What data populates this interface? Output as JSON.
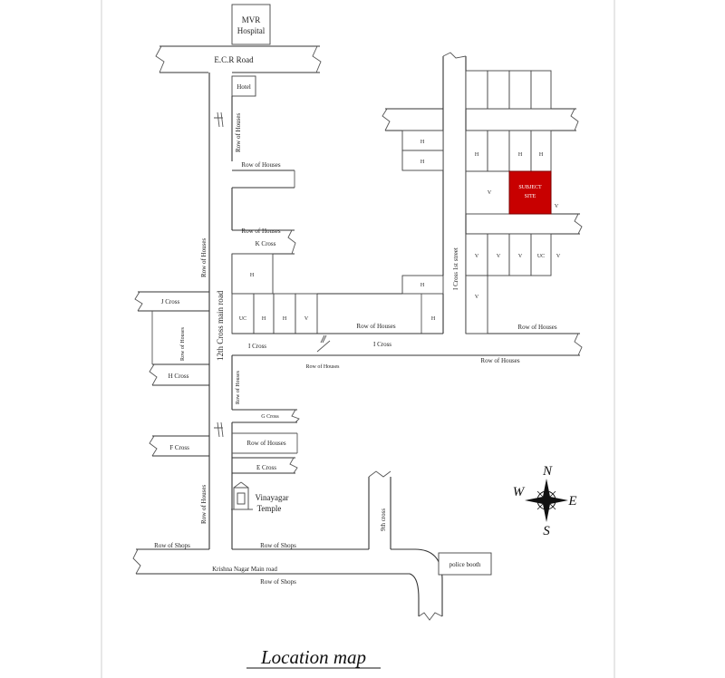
{
  "title": "Location map",
  "labels": {
    "mvr_hospital_1": "MVR",
    "mvr_hospital_2": "Hospital",
    "ecr_road": "E.C.R Road",
    "hotel": "Hotel",
    "row_of_houses": "Row of Houses",
    "k_cross": "K Cross",
    "j_cross": "J Cross",
    "h_cross": "H Cross",
    "g_cross": "G Cross",
    "f_cross": "F Cross",
    "e_cross": "E Cross",
    "i_cross": "I Cross",
    "main_road_12th": "12th Cross main road",
    "i_cross_1st_street": "I Cross 1st street",
    "cross_9th": "9th cross",
    "row_of_shops": "Row of Shops",
    "krishna_nagar_main_road": "Krishna Nagar Main road",
    "police_booth": "police booth",
    "temple_1": "Vinayagar",
    "temple_2": "Temple",
    "site_1": "SUBJECT",
    "site_2": "SITE",
    "h": "H",
    "v": "V",
    "uc": "UC"
  },
  "compass": {
    "n": "N",
    "s": "S",
    "e": "E",
    "w": "W"
  },
  "colors": {
    "site": "#c80000",
    "road": "#333333",
    "paper": "#ffffff"
  }
}
